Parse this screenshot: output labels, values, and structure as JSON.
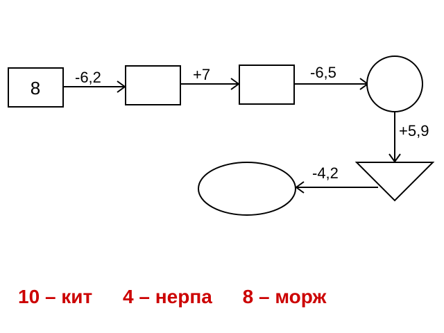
{
  "start_value": "8",
  "operations": [
    "-6,2",
    "+7",
    "-6,5",
    "+5,9",
    "-4,2"
  ],
  "legend": {
    "separator": "–",
    "items": [
      {
        "number": "10",
        "word": "кит"
      },
      {
        "number": "4",
        "word": "нерпа"
      },
      {
        "number": "8",
        "word": "морж"
      }
    ]
  },
  "colors": {
    "stroke": "#000000",
    "answers": "#cc0000"
  }
}
